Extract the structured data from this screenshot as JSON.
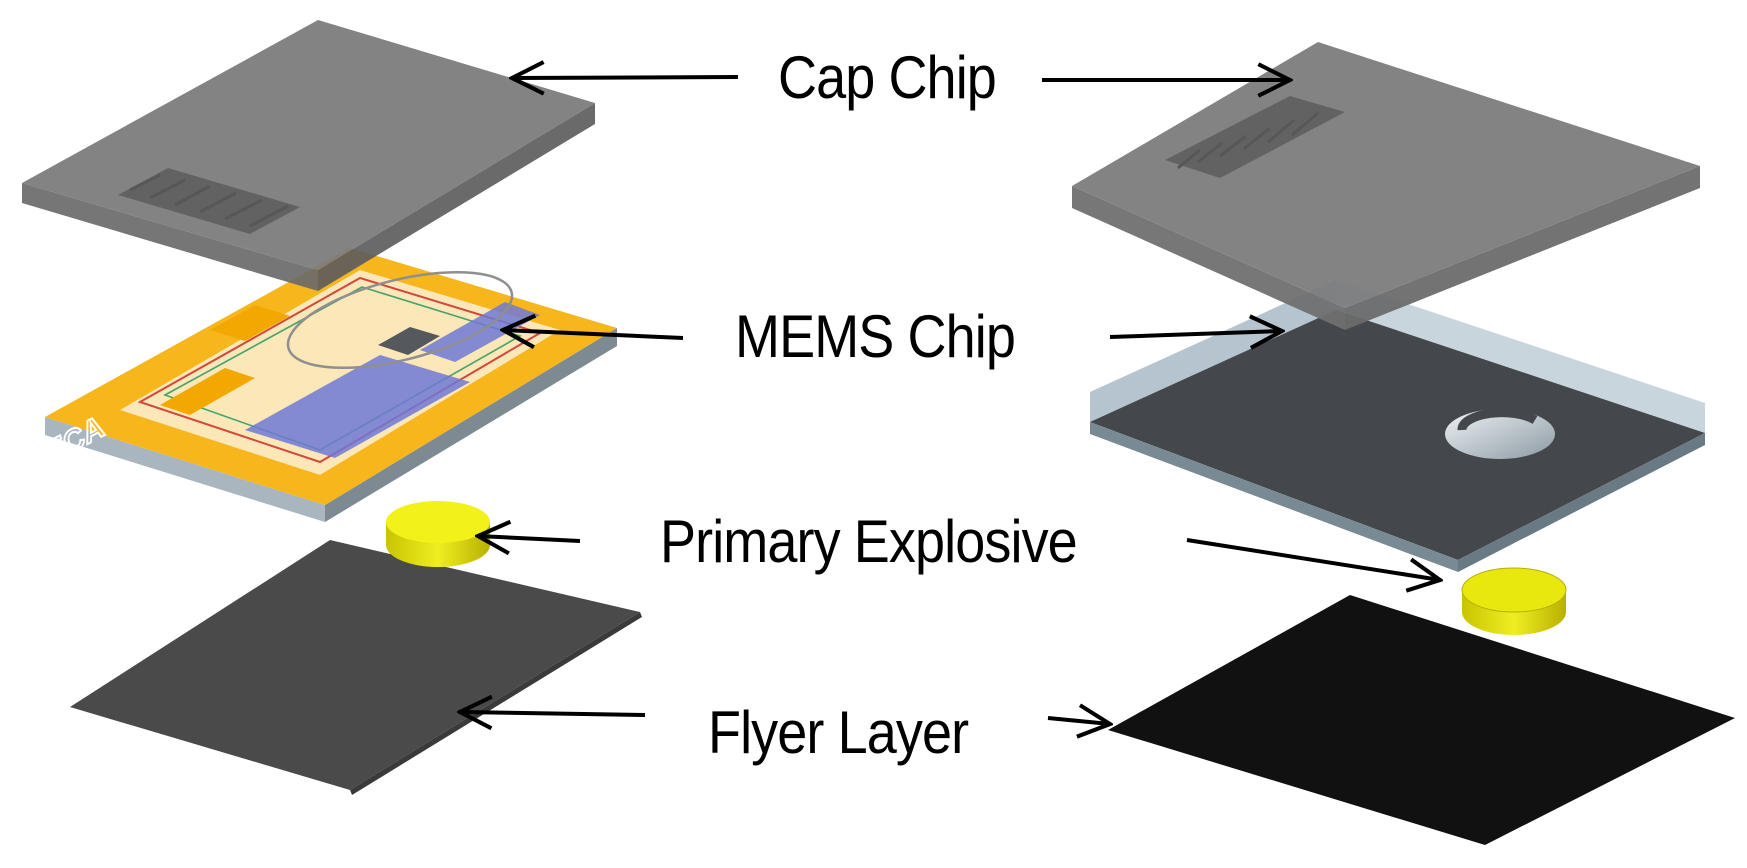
{
  "labels": {
    "cap_chip": "Cap Chip",
    "mems_chip": "MEMS Chip",
    "primary_explosive": "Primary Explosive",
    "flyer_layer": "Flyer Layer"
  },
  "chip_marking": "FCA",
  "colors": {
    "cap_chip": "#7a7a7a",
    "mems_chip_gold": "#f6b61c",
    "mems_chip_dark": "#44474b",
    "mems_chip_edge": "#b5c4cf",
    "primary_explosive": "#e8e80f",
    "flyer_layer_left": "#4a4a4a",
    "flyer_layer_right": "#111111",
    "arrows": "#000000"
  }
}
